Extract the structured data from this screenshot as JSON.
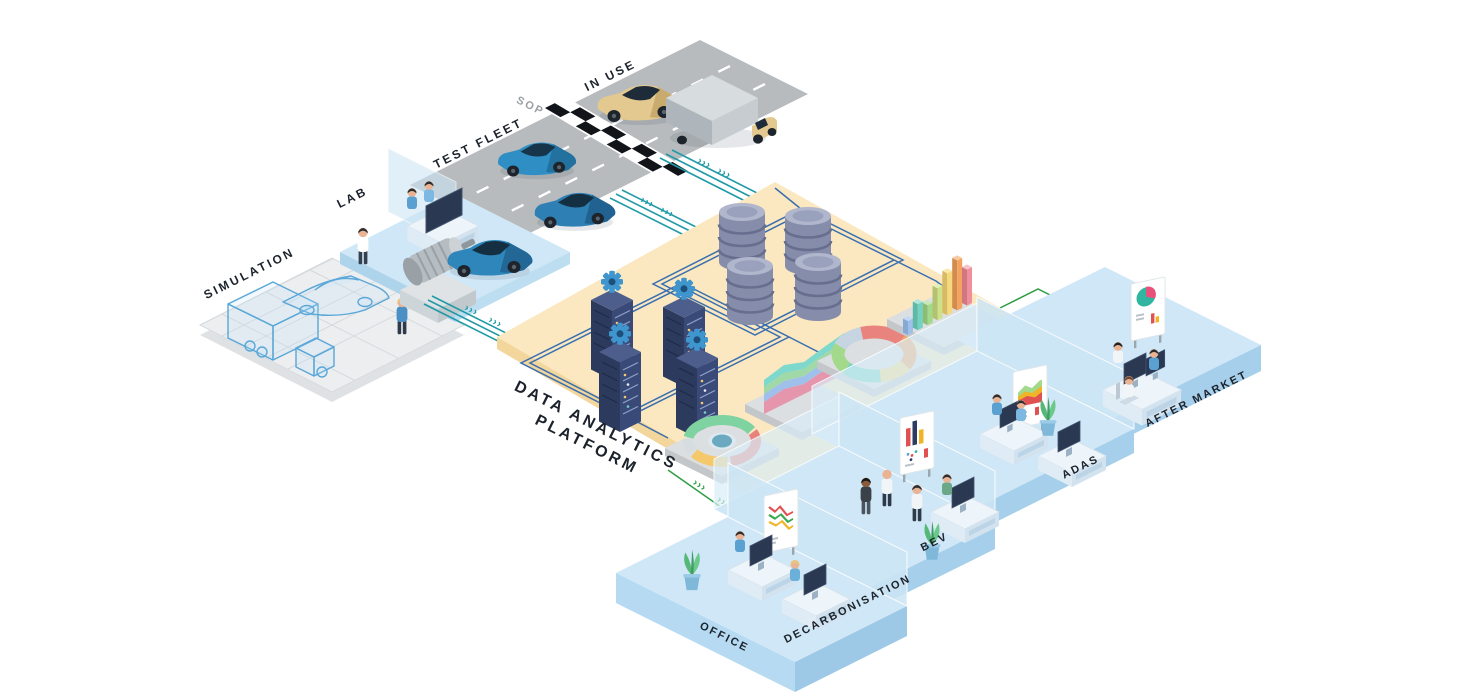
{
  "diagram": {
    "stages": {
      "simulation": "SIMULATION",
      "lab": "LAB",
      "test_fleet": "TEST FLEET",
      "sop": "SOP",
      "in_use": "IN USE"
    },
    "platform": {
      "title_line1": "DATA ANALYTICS",
      "title_line2": "PLATFORM"
    },
    "departments": {
      "office": "OFFICE",
      "decarbonisation": "DECARBONISATION",
      "bev": "BEV",
      "adas": "ADAS",
      "after_market": "AFTER MARKET"
    },
    "flow_arrow_glyph": "›››",
    "icons": {
      "database": "database-icon",
      "server_rack": "server-rack-icon",
      "gear": "gear-icon",
      "gauge_chart": "gauge-chart",
      "area_chart": "area-chart",
      "donut_chart": "donut-chart",
      "bar_chart": "bar-chart",
      "whiteboard": "whiteboard",
      "plant": "plant"
    },
    "colors": {
      "platform_yellow": "#fbe8c0",
      "platform_yellow_edge": "#f3d69c",
      "department_blue": "#cfe7f6",
      "department_blue_edge": "#9ec9e6",
      "road_gray": "#b8bbbe",
      "circuit_blue": "#3a6fb0",
      "data_flow_teal": "#1f9aa6",
      "connector_green": "#2f9e44",
      "server_navy": "#2e3b60",
      "gear_blue": "#3f96cf",
      "database_slate": "#868dab",
      "car_blue": "#2f8fc4",
      "car_yellow": "#e3c98f",
      "label_dark": "#1c222b",
      "label_gray": "#9aa0a4"
    }
  }
}
